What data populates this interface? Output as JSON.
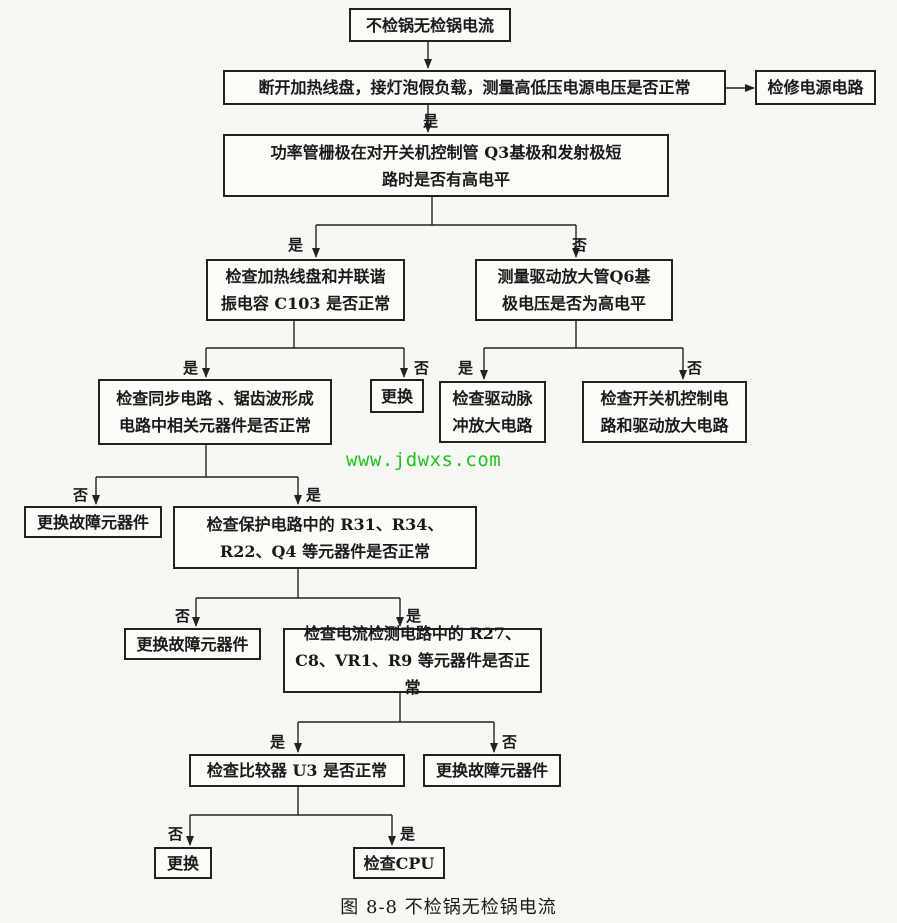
{
  "nodes": {
    "start": "不检锅无检锅电流",
    "power_check": "断开加热线盘，接灯泡假负载，测量高低压电源电压是否正常",
    "repair_power": "检修电源电路",
    "gate_check_l1": "功率管栅极在对开关机控制管 Q3基极和发射极短",
    "gate_check_l2": "路时是否有高电平",
    "coil_check_l1": "检查加热线盘和并联谐",
    "coil_check_l2": "振电容 C103 是否正常",
    "q6_check_l1": "测量驱动放大管Q6基",
    "q6_check_l2": "极电压是否为高电平",
    "sync_check_l1": "检查同步电路 、锯齿波形成",
    "sync_check_l2": "电路中相关元器件是否正常",
    "replace_1": "更换",
    "check_drive_l1": "检查驱动脉",
    "check_drive_l2": "冲放大电路",
    "check_switch_l1": "检查开关机控制电",
    "check_switch_l2": "路和驱动放大电路",
    "replace_faulty_1": "更换故障元器件",
    "protect_check_l1": "检查保护电路中的 R31、R34、",
    "protect_check_l2": "R22、Q4 等元器件是否正常",
    "replace_faulty_2": "更换故障元器件",
    "current_check_l1": "检查电流检测电路中的 R27、",
    "current_check_l2": "C8、VR1、R9 等元器件是否正常",
    "comparator_check": "检查比较器 U3 是否正常",
    "replace_faulty_3": "更换故障元器件",
    "replace_2": "更换",
    "check_cpu": "检查CPU"
  },
  "labels": {
    "yes": "是",
    "no": "否"
  },
  "watermark": "www.jdwxs.com",
  "caption": "图 8-8   不检锅无检锅电流"
}
